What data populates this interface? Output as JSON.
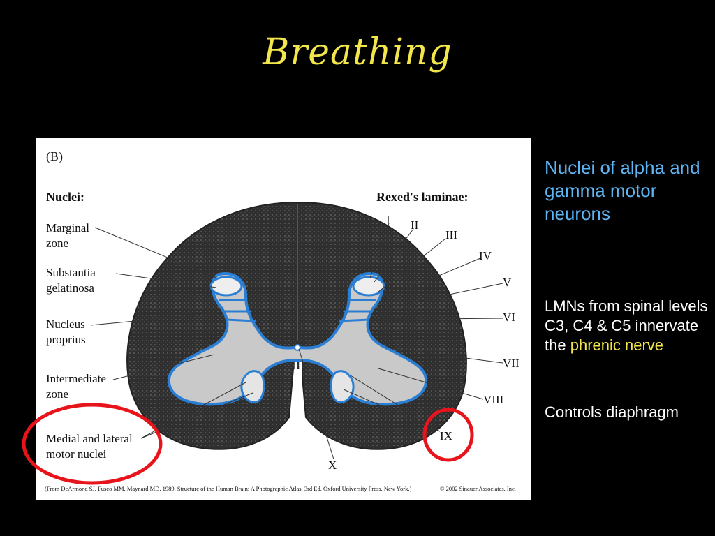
{
  "slide": {
    "title": "Breathing",
    "figure": {
      "panel": "(B)",
      "nuclei_header": "Nuclei:",
      "laminae_header": "Rexed's laminae:",
      "nuclei_labels": [
        {
          "line1": "Marginal",
          "line2": "zone"
        },
        {
          "line1": "Substantia",
          "line2": "gelatinosa"
        },
        {
          "line1": "Nucleus",
          "line2": "proprius"
        },
        {
          "line1": "Intermediate",
          "line2": "zone"
        },
        {
          "line1": "Medial and lateral",
          "line2": "motor nuclei"
        }
      ],
      "laminae": [
        "I",
        "II",
        "III",
        "IV",
        "V",
        "VI",
        "VII",
        "VIII",
        "IX",
        "X"
      ],
      "credit_left": "(From DeArmond SJ, Fusco MM, Maynard MD. 1989. Structure of the Human Brain: A Photographic Atlas, 3rd Ed. Oxford University Press, New York.)",
      "credit_right": "© 2002 Sinauer Associates, Inc."
    },
    "side": {
      "heading": "Nuclei of alpha and gamma motor neurons",
      "body1_prefix": "LMNs from spinal levels C3, C4 & C5 innervate the",
      "body1_highlight": "phrenic nerve",
      "body2": "Controls diaphragm"
    },
    "colors": {
      "title": "#f2e64a",
      "heading": "#5fb4f2",
      "circle": "#e8141b",
      "outline": "#2a7fd4"
    }
  }
}
